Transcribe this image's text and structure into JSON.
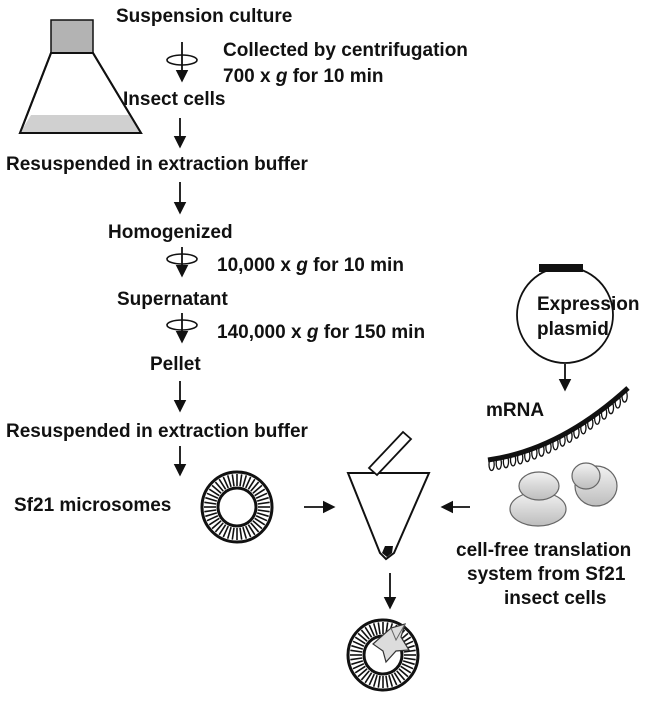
{
  "steps": {
    "suspension_culture": "Suspension culture",
    "collected": "Collected by centrifugation",
    "spin1_a": "700 x ",
    "g": "g",
    "spin1_b": " for 10 min",
    "insect_cells": "Insect cells",
    "resuspended_1": "Resuspended in extraction buffer",
    "homogenized": "Homogenized",
    "spin2_a": "10,000 x ",
    "spin2_b": " for 10 min",
    "supernatant": "Supernatant",
    "spin3_a": "140,000 x ",
    "spin3_b": " for 150 min",
    "pellet": "Pellet",
    "resuspended_2": "Resuspended in extraction buffer",
    "microsomes": "Sf21 microsomes"
  },
  "right": {
    "plasmid_line1": "Expression",
    "plasmid_line2": "plasmid",
    "mrna": "mRNA",
    "cft_line1": "cell-free translation",
    "cft_line2": "system from  Sf21",
    "cft_line3": "insect cells"
  },
  "colors": {
    "text": "#111111",
    "flask_cap": "#b3b3b3",
    "ribosome": "#d6d6d6",
    "membrane": "#1a1a1a"
  }
}
